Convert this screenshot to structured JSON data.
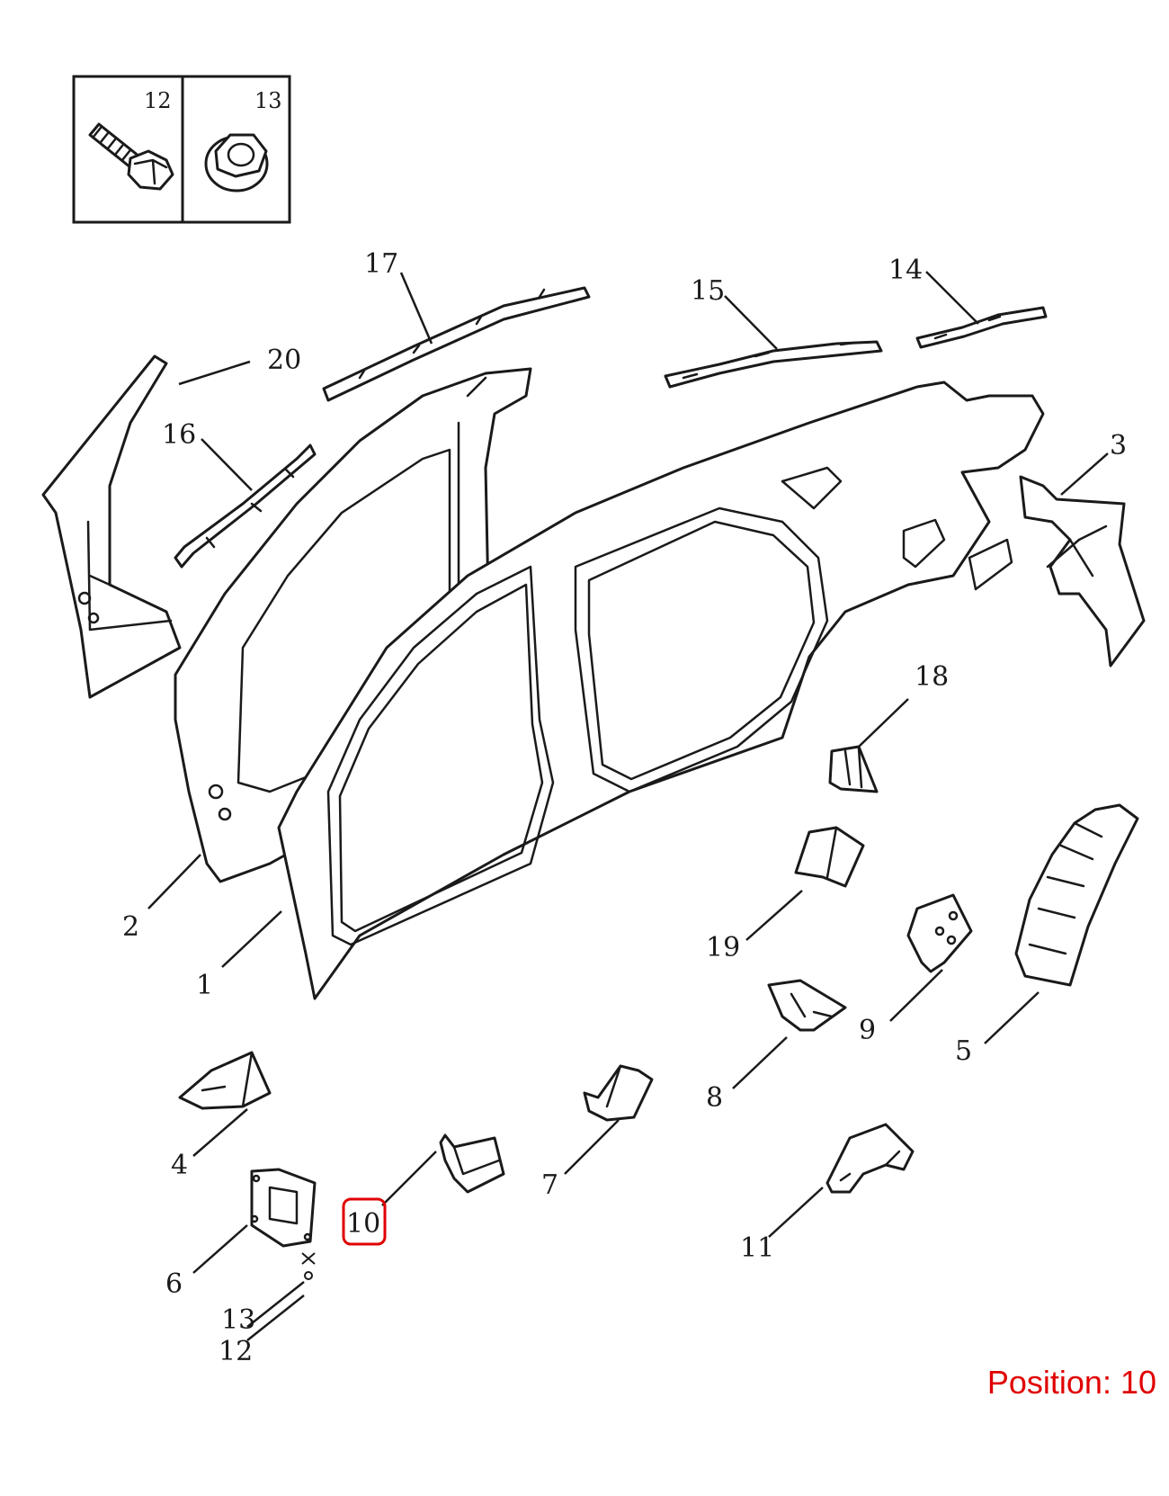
{
  "callouts": {
    "c1": "1",
    "c2": "2",
    "c3": "3",
    "c4": "4",
    "c5": "5",
    "c6": "6",
    "c7": "7",
    "c8": "8",
    "c9": "9",
    "c10": "10",
    "c11": "11",
    "c12": "12",
    "c13": "13",
    "c14": "14",
    "c15": "15",
    "c16": "16",
    "c17": "17",
    "c18": "18",
    "c19": "19",
    "c20": "20",
    "c12b": "12",
    "c13b": "13"
  },
  "inset": {
    "left_number": "12",
    "right_number": "13"
  },
  "highlight": {
    "callout": "10",
    "color": "#e00000"
  },
  "position_label": "Position: 10"
}
